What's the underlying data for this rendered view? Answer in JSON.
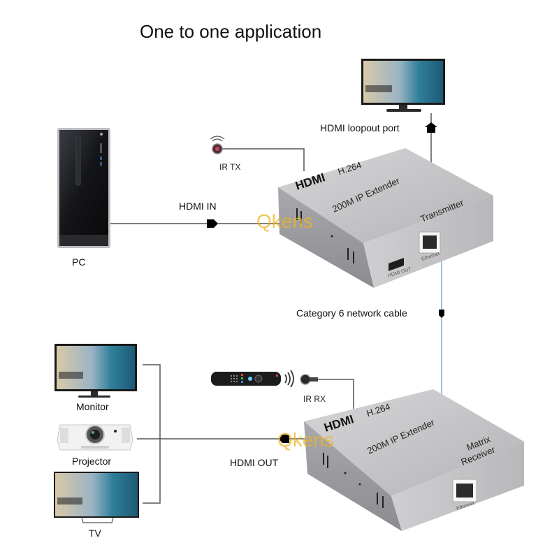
{
  "title": "One to one application",
  "colors": {
    "wire": "#555555",
    "network_cable": "#8fc8dc",
    "watermark": "#f0b41e",
    "device_silver": "#c9c9cb",
    "screen_dark": "#1a1a1a"
  },
  "devices": {
    "pc": {
      "label": "PC",
      "icon": "desktop-tower-icon"
    },
    "loopout_display": {
      "label": "HDMI loopout port",
      "icon": "monitor-icon"
    },
    "ir_tx": {
      "label": "IR TX",
      "icon": "ir-emitter-icon"
    },
    "ir_rx": {
      "label": "IR RX",
      "icon": "ir-receiver-icon"
    },
    "remote": {
      "icon": "remote-control-icon"
    },
    "monitor": {
      "label": "Monitor",
      "icon": "monitor-icon"
    },
    "projector": {
      "label": "Projector",
      "icon": "projector-icon"
    },
    "tv": {
      "label": "TV",
      "icon": "tv-icon"
    }
  },
  "transmitter": {
    "brand": "HDMI",
    "codec": "H.264",
    "model": "200M IP Extender",
    "role": "Transmitter",
    "port_hdmi": "HDMI OUT",
    "port_ethernet": "Ethernet"
  },
  "receiver": {
    "brand": "HDMI",
    "codec": "H.264",
    "model": "200M IP Extender",
    "role_line1": "Matrix",
    "role_line2": "Receiver",
    "port_ethernet": "Ethernet"
  },
  "connections": {
    "hdmi_in": "HDMI IN",
    "hdmi_out": "HDMI OUT",
    "network": "Category 6 network cable"
  },
  "watermark": "Qkens"
}
